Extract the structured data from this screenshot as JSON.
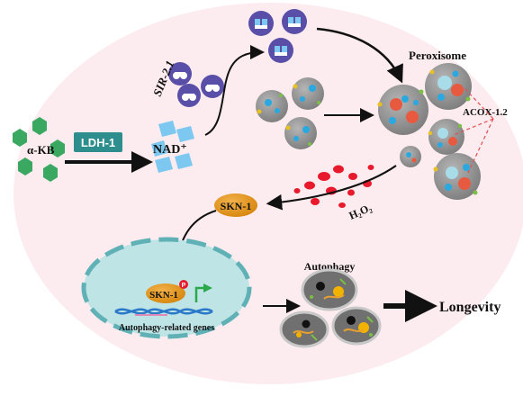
{
  "labels": {
    "alpha_kb": "α-KB",
    "ldh1": "LDH-1",
    "nad": "NAD⁺",
    "sir21": "SIR-2.1",
    "peroxisome": "Peroxisome",
    "acox12": "ACOX-1.2",
    "skn1": "SKN-1",
    "h2o2": "H₂O₂",
    "skn1_nuclear": "SKN-1",
    "phospho": "P",
    "autophagy_genes": "Autophagy-related genes",
    "autophagy": "Autophagy",
    "longevity": "Longevity"
  },
  "colors": {
    "cell_fill": "#fcecef",
    "hexagon": "#3aa860",
    "ldh1_box": "#2e8e8e",
    "nad_blue": "#7cc8f0",
    "sir_purple": "#5a4fa8",
    "peroxisome_grey": "#8f8f8f",
    "skn1_orange": "#e0961a",
    "h2o2_red": "#e8192c",
    "nucleus_fill": "#bfe4e6",
    "nucleus_rim": "#5fb1b6",
    "dna_blue": "#2a78c8",
    "flag_green": "#2aa84a",
    "acox_dashed": "#e05050"
  }
}
